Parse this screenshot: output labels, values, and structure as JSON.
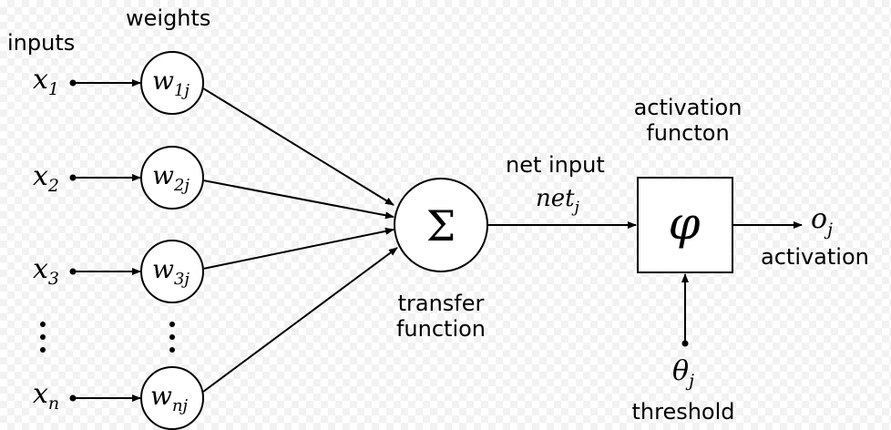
{
  "labels": {
    "inputs": "inputs",
    "weights": "weights",
    "net_input": "net input",
    "activation_function": [
      "activation",
      "functon"
    ],
    "transfer_function": [
      "transfer",
      "function"
    ],
    "activation": "activation",
    "threshold": "threshold"
  },
  "inputs": [
    {
      "base": "x",
      "sub": "1"
    },
    {
      "base": "x",
      "sub": "2"
    },
    {
      "base": "x",
      "sub": "3"
    },
    {
      "base": "x",
      "sub": "n"
    }
  ],
  "weights": [
    {
      "base": "w",
      "sub": "1j"
    },
    {
      "base": "w",
      "sub": "2j"
    },
    {
      "base": "w",
      "sub": "3j"
    },
    {
      "base": "w",
      "sub": "nj"
    }
  ],
  "sum_symbol": "Σ",
  "net": {
    "base": "net",
    "sub": "j"
  },
  "phi_symbol": "φ",
  "output": {
    "base": "o",
    "sub": "j"
  },
  "theta": {
    "base": "θ",
    "sub": "j"
  },
  "colors": {
    "ink": "#000000",
    "background": "#ffffff"
  }
}
